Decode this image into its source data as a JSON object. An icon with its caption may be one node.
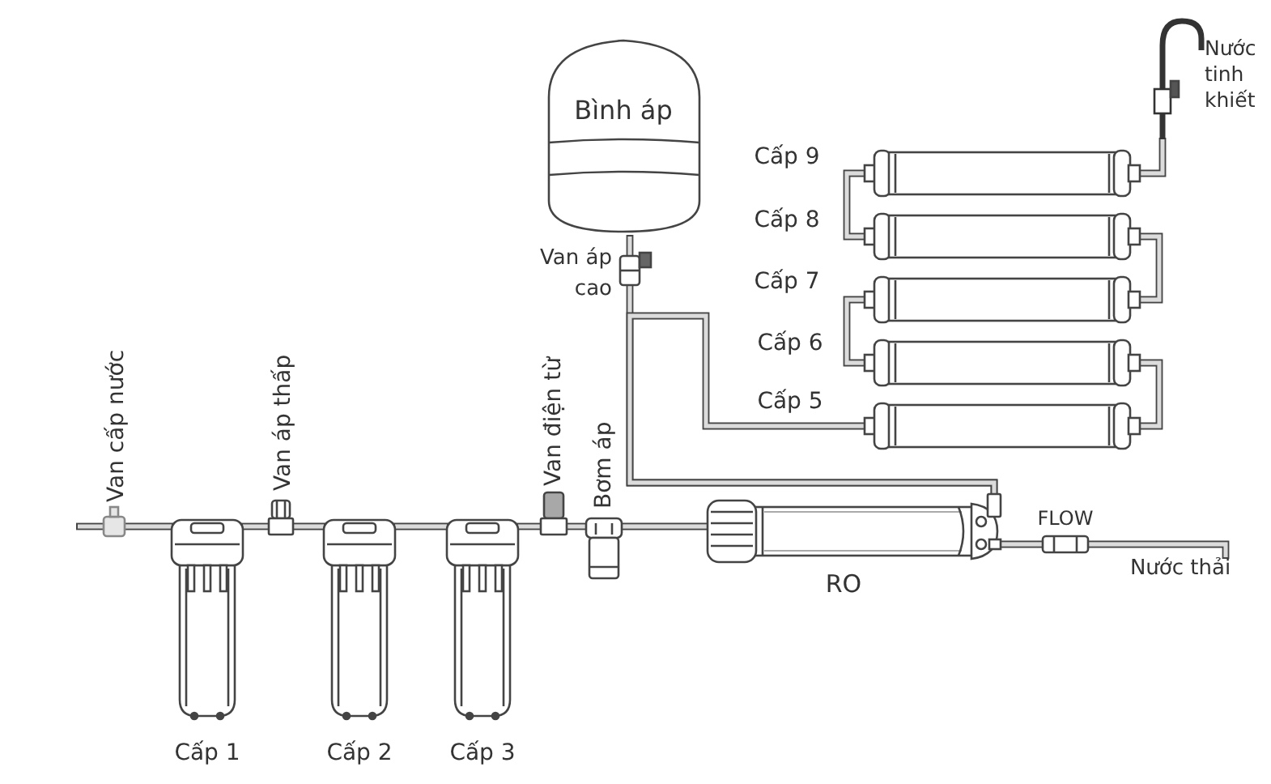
{
  "diagram": {
    "nodes": [
      {
        "text": [
          "Bình áp"
        ]
      },
      {
        "text": [],
        "shape": "picture",
        "beside": [
          "Nước tinh khiết"
        ]
      },
      {
        "text": [],
        "shape": "picture",
        "beside": [
          "Cấp 9"
        ]
      },
      {
        "text": [],
        "shape": "picture",
        "beside": [
          "Cấp 8"
        ]
      },
      {
        "text": [],
        "shape": "picture",
        "beside": [
          "Cấp 7"
        ]
      },
      {
        "text": [],
        "shape": "picture",
        "beside": [
          "Cấp 6"
        ]
      },
      {
        "text": [],
        "shape": "picture",
        "beside": [
          "Cấp 5"
        ]
      },
      {
        "text": [],
        "shape": "picture",
        "beside": [
          "Van áp cao"
        ]
      },
      {
        "text": [],
        "shape": "picture",
        "beside": [
          "Van cấp nước"
        ]
      },
      {
        "text": [],
        "shape": "picture",
        "beside": [
          "Van áp thấp"
        ]
      },
      {
        "text": [],
        "shape": "picture",
        "beside": [
          "Van điện từ"
        ]
      },
      {
        "text": [],
        "shape": "picture",
        "beside": [
          "Bơm áp"
        ]
      },
      {
        "text": [],
        "shape": "picture",
        "beside": [
          "RO"
        ]
      },
      {
        "text": [],
        "shape": "picture",
        "beside": [
          "FLOW"
        ]
      },
      {
        "text": [],
        "shape": "picture",
        "beside": [
          "Cấp 1"
        ]
      },
      {
        "text": [],
        "shape": "picture",
        "beside": [
          "Cấp 2"
        ]
      },
      {
        "text": [],
        "shape": "picture",
        "beside": [
          "Cấp 3"
        ]
      },
      {
        "text": [
          "Nước thải"
        ]
      }
    ],
    "edges": [
      {
        "from": null,
        "to": 8,
        "arrow": "none"
      },
      {
        "from": 8,
        "to": 14,
        "arrow": "none"
      },
      {
        "from": 14,
        "to": 9,
        "arrow": "none"
      },
      {
        "from": 9,
        "to": 15,
        "arrow": "none"
      },
      {
        "from": 15,
        "to": 16,
        "arrow": "none"
      },
      {
        "from": 16,
        "to": 10,
        "arrow": "none"
      },
      {
        "from": 10,
        "to": 11,
        "arrow": "none"
      },
      {
        "from": 11,
        "to": 12,
        "arrow": "none"
      },
      {
        "from": 12,
        "to": 13,
        "arrow": "none"
      },
      {
        "from": 13,
        "to": 17,
        "arrow": "none"
      },
      {
        "from": 12,
        "to": 7,
        "arrow": "none"
      },
      {
        "from": 12,
        "to": 6,
        "arrow": "none"
      },
      {
        "from": 0,
        "to": 7,
        "arrow": "none"
      },
      {
        "from": 6,
        "to": 5,
        "arrow": "none"
      },
      {
        "from": 5,
        "to": 4,
        "arrow": "none"
      },
      {
        "from": 4,
        "to": 3,
        "arrow": "none"
      },
      {
        "from": 3,
        "to": 2,
        "arrow": "none"
      },
      {
        "from": 2,
        "to": 1,
        "arrow": "none"
      }
    ]
  }
}
